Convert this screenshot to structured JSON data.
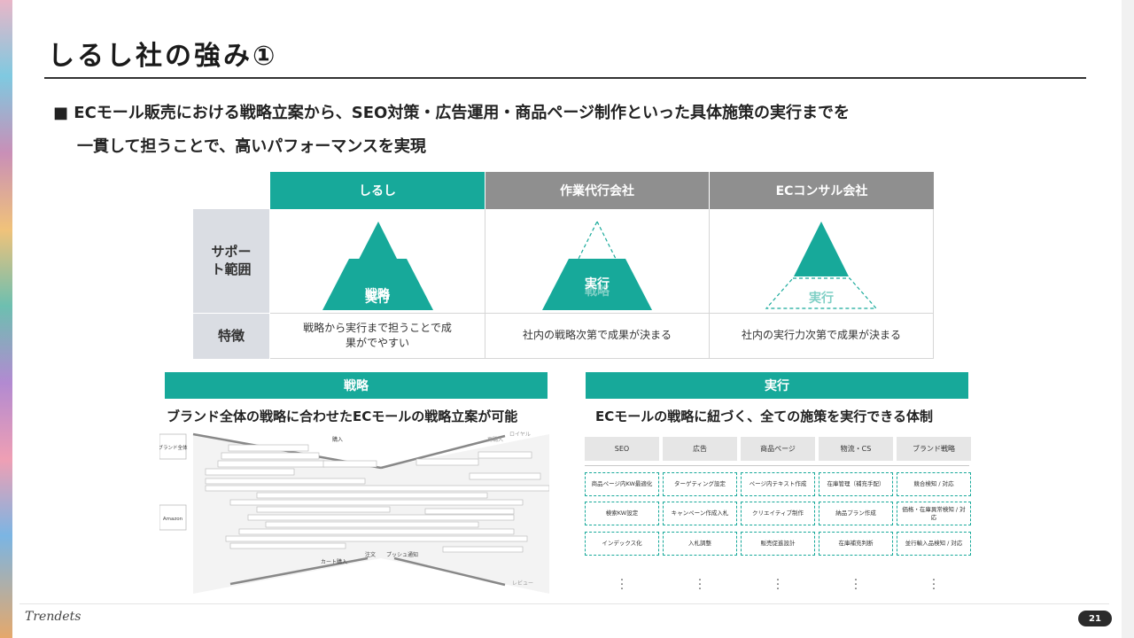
{
  "title": "しるし社の強み①",
  "lead": {
    "line1": "■ ECモール販売における戦略立案から、SEO対策・広告運用・商品ページ制作といった具体施策の実行までを",
    "line2": "一貫して担うことで、高いパフォーマンスを実現"
  },
  "comparison": {
    "columns": [
      "しるし",
      "作業代行会社",
      "ECコンサル会社"
    ],
    "row_support": "サポート範囲",
    "row_feature": "特徴",
    "pyramid_top": "戦略",
    "pyramid_bottom": "実行",
    "features": [
      "戦略から実行まで担うことで成果がでやすい",
      "社内の戦略次第で成果が決まる",
      "社内の実行力次第で成果が決まる"
    ]
  },
  "strategy": {
    "band": "戦略",
    "subtitle": "ブランド全体の戦略に合わせたECモールの戦略立案が可能",
    "labels": {
      "brand": "ブランド全体",
      "amazon": "Amazon",
      "buy": "購入",
      "loyal": "ロイヤル",
      "repurchase": "再購入",
      "cart": "カート購入",
      "order": "注文",
      "push": "プッシュ通知",
      "review": "レビュー"
    }
  },
  "execution": {
    "band": "実行",
    "subtitle": "ECモールの戦略に紐づく、全ての施策を実行できる体制",
    "headers": [
      "SEO",
      "広告",
      "商品ページ",
      "物流・CS",
      "ブランド戦略"
    ],
    "rows": [
      [
        "商品ページ内KW最適化",
        "ターゲティング設定",
        "ページ内テキスト作成",
        "在庫管理（補充手配）",
        "競合検知 / 対応"
      ],
      [
        "検索KW設定",
        "キャンペーン作成入札",
        "クリエイティブ制作",
        "納品プラン作成",
        "価格・在庫異常検知 / 対応"
      ],
      [
        "インデックス化",
        "入札調整",
        "販売促進設計",
        "在庫補充判断",
        "並行輸入品検知 / 対応"
      ]
    ],
    "ellipsis": "・\n・\n・"
  },
  "footer": {
    "logo": "Trendets",
    "page": "21"
  },
  "colors": {
    "teal": "#17a99a",
    "gray_header": "#8f8f8f",
    "row_header": "#dadde3"
  }
}
